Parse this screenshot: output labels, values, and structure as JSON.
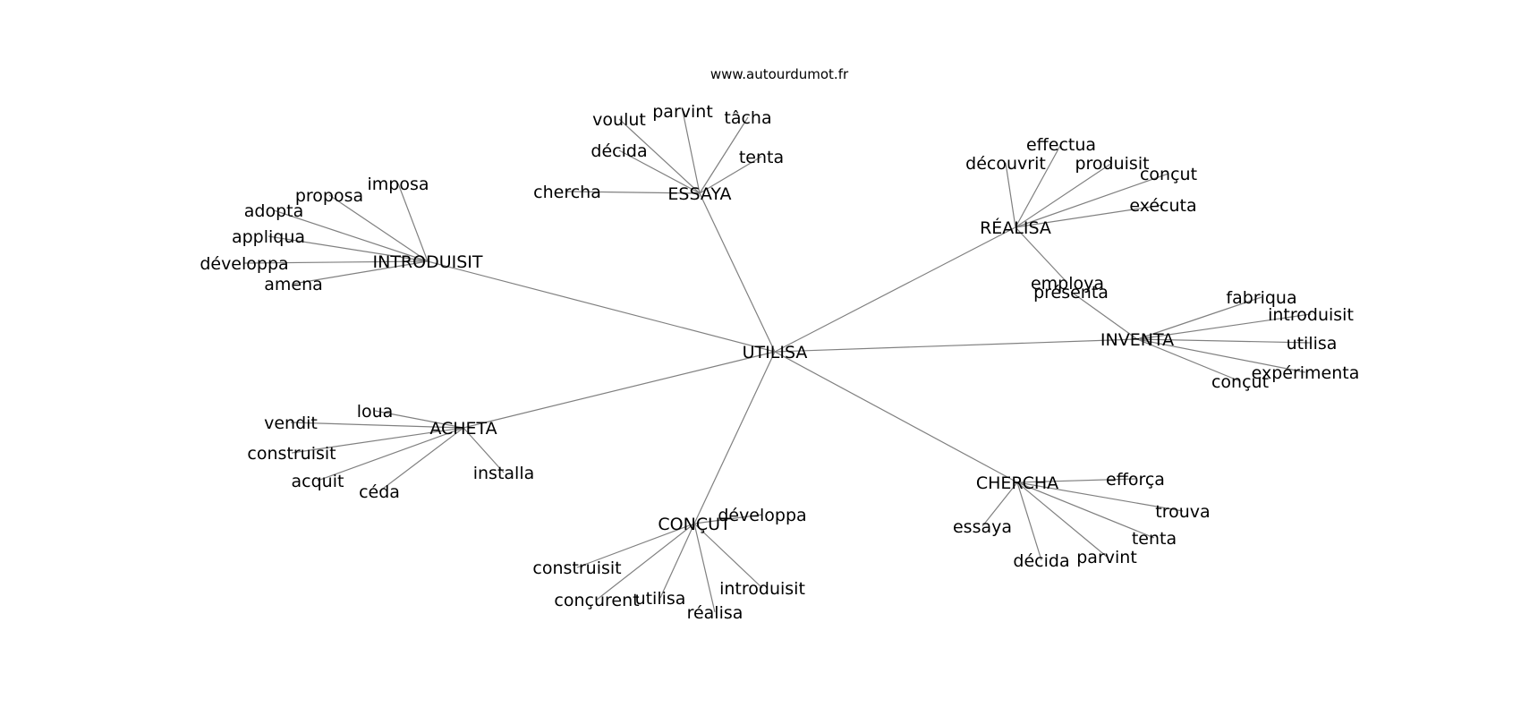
{
  "site": "www.autourdumot.fr",
  "colors": {
    "edge": "#808080",
    "text": "#000000",
    "background": "#ffffff"
  },
  "root": "UTILISA",
  "clusters": [
    {
      "hub": "ESSAYA",
      "leaves": [
        "voulut",
        "parvint",
        "tâcha",
        "tenta",
        "décida",
        "chercha"
      ]
    },
    {
      "hub": "INTRODUISIT",
      "leaves": [
        "imposa",
        "proposa",
        "adopta",
        "appliqua",
        "développa",
        "amena"
      ]
    },
    {
      "hub": "RÉALISA",
      "leaves": [
        "effectua",
        "découvrit",
        "produisit",
        "conçut",
        "exécuta",
        "employa"
      ]
    },
    {
      "hub": "INVENTA",
      "leaves": [
        "présenta",
        "fabriqua",
        "introduisit",
        "utilisa",
        "expérimenta",
        "conçut"
      ]
    },
    {
      "hub": "ACHETA",
      "leaves": [
        "loua",
        "vendit",
        "construisit",
        "acquit",
        "céda",
        "installa"
      ]
    },
    {
      "hub": "CONÇUT",
      "leaves": [
        "développa",
        "construisit",
        "conçurent",
        "utilisa",
        "réalisa",
        "introduisit"
      ]
    },
    {
      "hub": "CHERCHA",
      "leaves": [
        "efforça",
        "trouva",
        "tenta",
        "essaya",
        "décida",
        "parvint"
      ]
    }
  ]
}
